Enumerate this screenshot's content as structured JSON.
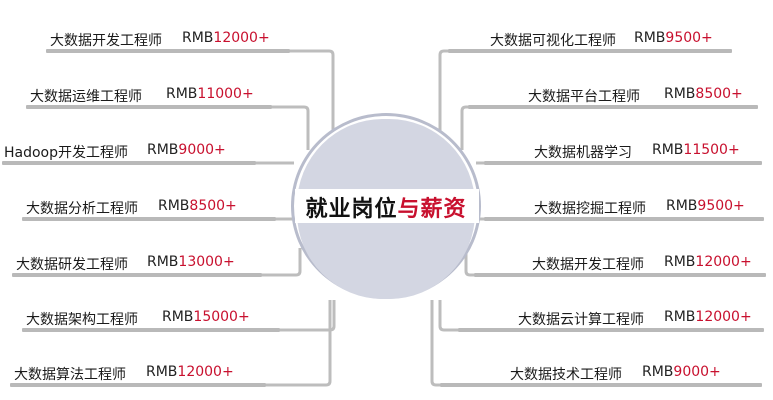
{
  "hub": {
    "label_main": "就业岗位",
    "label_accent": "与薪资"
  },
  "left": [
    {
      "title": "大数据开发工程师",
      "currency": "RMB",
      "amount": "12000+"
    },
    {
      "title": "大数据运维工程师",
      "currency": "RMB",
      "amount": "11000+"
    },
    {
      "title": "Hadoop开发工程师",
      "currency": "RMB",
      "amount": "9000+"
    },
    {
      "title": "大数据分析工程师",
      "currency": "RMB",
      "amount": "8500+"
    },
    {
      "title": "大数据研发工程师",
      "currency": "RMB",
      "amount": "13000+"
    },
    {
      "title": "大数据架构工程师",
      "currency": "RMB",
      "amount": "15000+"
    },
    {
      "title": "大数据算法工程师",
      "currency": "RMB",
      "amount": "12000+"
    }
  ],
  "right": [
    {
      "title": "大数据可视化工程师",
      "currency": "RMB",
      "amount": "9500+"
    },
    {
      "title": "大数据平台工程师",
      "currency": "RMB",
      "amount": "8500+"
    },
    {
      "title": "大数据机器学习",
      "currency": "RMB",
      "amount": "11500+"
    },
    {
      "title": "大数据挖掘工程师",
      "currency": "RMB",
      "amount": "9500+"
    },
    {
      "title": "大数据开发工程师",
      "currency": "RMB",
      "amount": "12000+"
    },
    {
      "title": "大数据云计算工程师",
      "currency": "RMB",
      "amount": "12000+"
    },
    {
      "title": "大数据技术工程师",
      "currency": "RMB",
      "amount": "9000+"
    }
  ],
  "colors": {
    "accent": "#c8102e",
    "bar": "#b9b9b9",
    "connector": "#bdbdbd",
    "hub_fill": "#d3d6e2"
  }
}
